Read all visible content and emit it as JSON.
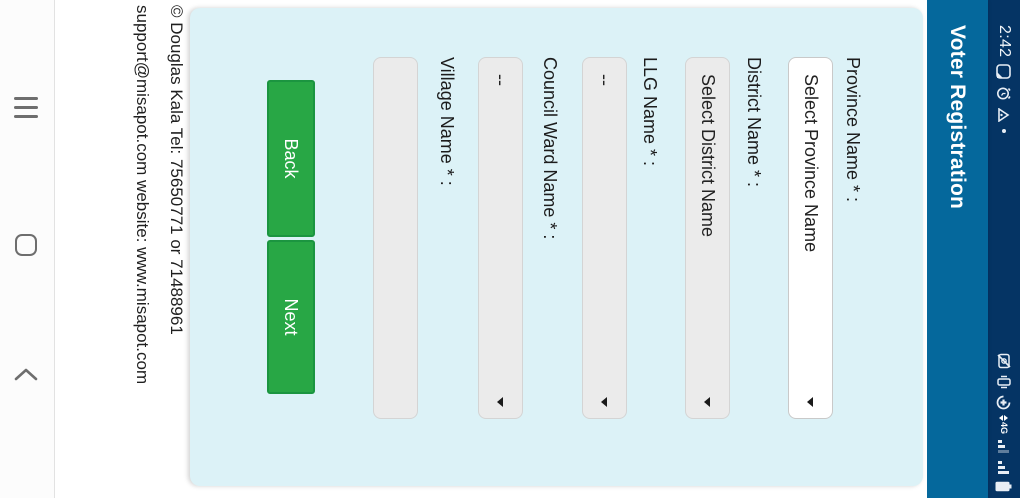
{
  "status_bar": {
    "time": "2:42",
    "left_icons": [
      {
        "name": "screenshot-icon"
      },
      {
        "name": "alarm-icon"
      },
      {
        "name": "vpn-icon"
      },
      {
        "name": "notification-dot-icon"
      }
    ],
    "right_icons": [
      {
        "name": "camera-disabled-icon"
      },
      {
        "name": "vibrate-icon"
      },
      {
        "name": "data-saver-icon"
      },
      {
        "name": "mobile-data-icon",
        "network_label": "4G"
      },
      {
        "name": "signal-sim1-icon"
      },
      {
        "name": "signal-sim2-icon"
      },
      {
        "name": "battery-icon"
      }
    ]
  },
  "app_bar": {
    "title": "Voter Registration"
  },
  "form": {
    "fields": [
      {
        "label": "Province Name * :",
        "value": "Select Province Name",
        "type": "select",
        "enabled": true
      },
      {
        "label": "District Name * :",
        "value": "Select District Name",
        "type": "select",
        "enabled": false
      },
      {
        "label": "LLG Name * :",
        "value": "--",
        "type": "select",
        "enabled": false
      },
      {
        "label": "Council Ward Name * :",
        "value": "--",
        "type": "select",
        "enabled": false
      },
      {
        "label": "Village Name * :",
        "value": "",
        "type": "input",
        "enabled": false
      }
    ],
    "buttons": {
      "back": "Back",
      "next": "Next"
    }
  },
  "footer": {
    "line1": "© Douglas Kala Tel: 75650771 or 71488961",
    "line2": "support@misapot.com website: www.misapot.com"
  },
  "nav_bar": {
    "items": [
      "recents",
      "home",
      "back"
    ]
  },
  "colors": {
    "status_bar_bg": "#053464",
    "app_bar_bg": "#05689c",
    "card_bg": "#dcf2f7",
    "button_green": "#28a745",
    "button_border": "#1b9540",
    "disabled_field_bg": "#ebebeb",
    "enabled_field_bg": "#ffffff"
  },
  "device": {
    "orientation": "screenshot rotated 90deg clockwise"
  }
}
